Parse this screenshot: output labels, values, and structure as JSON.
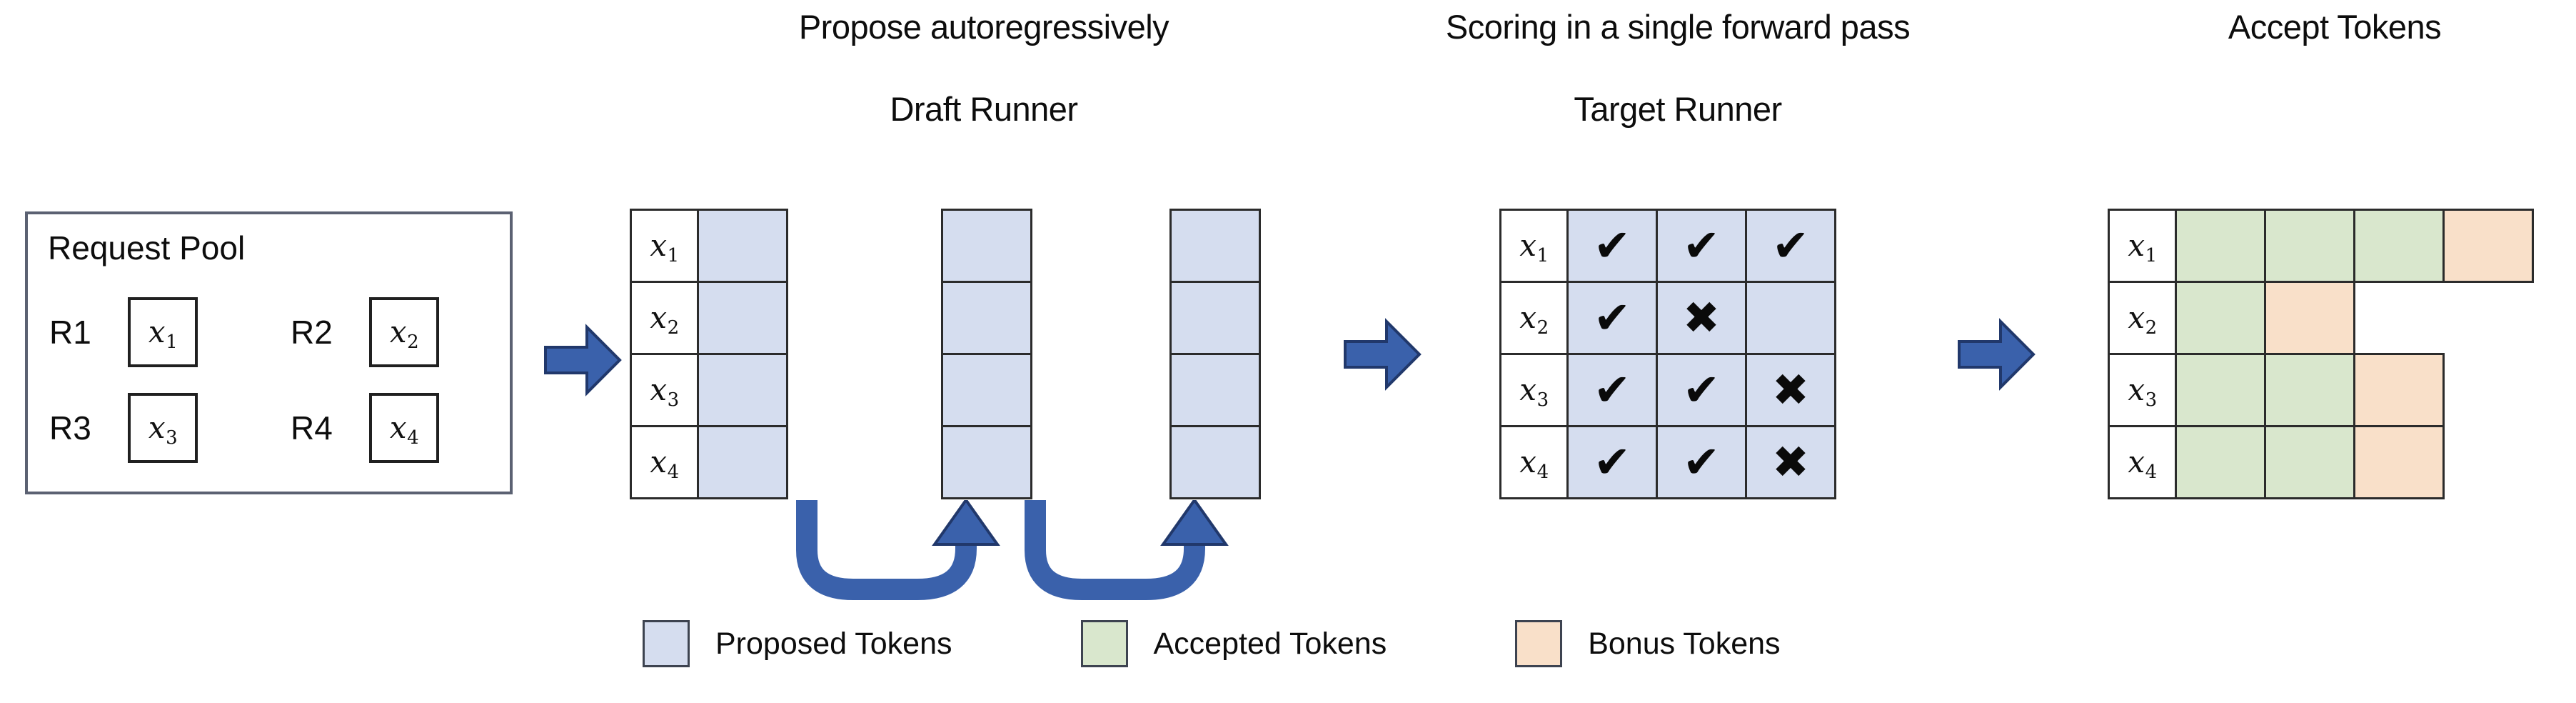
{
  "figure": {
    "titles": {
      "propose": "Propose autoregressively",
      "draft_runner": "Draft Runner",
      "scoring": "Scoring in a single forward pass",
      "target_runner": "Target Runner",
      "accept": "Accept Tokens"
    },
    "colors": {
      "proposed": "#d5ddef",
      "accepted": "#d9e7cd",
      "bonus": "#f9e0c9",
      "arrow": "#3a61ab",
      "border": "#2b2b2b",
      "pool_border": "#5b6172"
    }
  },
  "request_pool": {
    "title": "Request Pool",
    "requests": [
      {
        "label": "R1",
        "token": "x",
        "index": "1"
      },
      {
        "label": "R2",
        "token": "x",
        "index": "2"
      },
      {
        "label": "R3",
        "token": "x",
        "index": "3"
      },
      {
        "label": "R4",
        "token": "x",
        "index": "4"
      }
    ]
  },
  "draft_runner": {
    "row_labels": [
      {
        "token": "x",
        "index": "1"
      },
      {
        "token": "x",
        "index": "2"
      },
      {
        "token": "x",
        "index": "3"
      },
      {
        "token": "x",
        "index": "4"
      }
    ],
    "steps": 3,
    "cell_state": "proposed",
    "loop_arrows": 2
  },
  "target_runner": {
    "row_labels": [
      {
        "token": "x",
        "index": "1"
      },
      {
        "token": "x",
        "index": "2"
      },
      {
        "token": "x",
        "index": "3"
      },
      {
        "token": "x",
        "index": "4"
      }
    ],
    "marks": [
      [
        "check",
        "check",
        "check"
      ],
      [
        "check",
        "cross",
        "none"
      ],
      [
        "check",
        "check",
        "cross"
      ],
      [
        "check",
        "check",
        "cross"
      ]
    ],
    "glyphs": {
      "check": "✔",
      "cross": "✖",
      "none": ""
    }
  },
  "accept_tokens": {
    "row_labels": [
      {
        "token": "x",
        "index": "1"
      },
      {
        "token": "x",
        "index": "2"
      },
      {
        "token": "x",
        "index": "3"
      },
      {
        "token": "x",
        "index": "4"
      }
    ],
    "rows": [
      [
        "accepted",
        "accepted",
        "accepted",
        "bonus"
      ],
      [
        "accepted",
        "bonus",
        "empty",
        "empty"
      ],
      [
        "accepted",
        "accepted",
        "bonus",
        "empty"
      ],
      [
        "accepted",
        "accepted",
        "bonus",
        "empty"
      ]
    ]
  },
  "legend": {
    "items": [
      {
        "label": "Proposed Tokens",
        "color": "#d5ddef"
      },
      {
        "label": "Accepted Tokens",
        "color": "#d9e7cd"
      },
      {
        "label": "Bonus Tokens",
        "color": "#f9e0c9"
      }
    ]
  }
}
